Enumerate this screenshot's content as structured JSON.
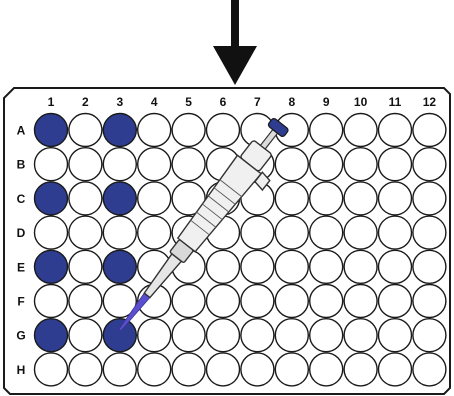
{
  "plate": {
    "column_labels": [
      "1",
      "2",
      "3",
      "4",
      "5",
      "6",
      "7",
      "8",
      "9",
      "10",
      "11",
      "12"
    ],
    "row_labels": [
      "A",
      "B",
      "C",
      "D",
      "E",
      "F",
      "G",
      "H"
    ],
    "filled_wells": [
      "A1",
      "A3",
      "C1",
      "C3",
      "E1",
      "E3",
      "G1",
      "G3"
    ],
    "fill_color": "#2e3d8f",
    "empty_color": "#ffffff",
    "outline_color": "#1a1a1a"
  },
  "arrow": {
    "direction": "down",
    "icon": "down-arrow-icon",
    "color": "#111111"
  },
  "pipette": {
    "icon": "pipette-icon",
    "target_well": "G3",
    "tip_color": "#5a4fcf",
    "plunger_color": "#2e3d8f"
  }
}
